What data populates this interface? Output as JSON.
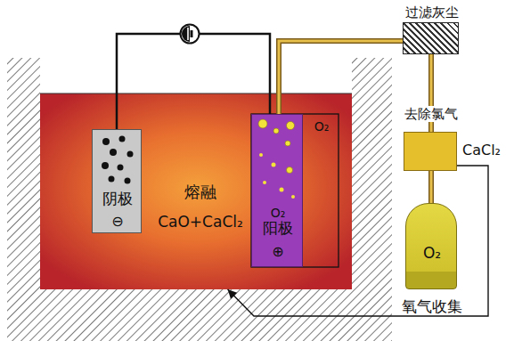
{
  "diagram": {
    "nodes": [
      {
        "text": [
          "熔融",
          "CaO+CaCl₂"
        ]
      },
      {
        "text": [
          "阴极",
          "⊖"
        ],
        "in": 0
      },
      {
        "text": [
          "O₂",
          "阳极",
          "⊕"
        ],
        "in": 0
      },
      {
        "text": [
          "过滤灰尘"
        ]
      },
      {
        "text": [
          "去除氯气"
        ]
      },
      {
        "text": [
          "O₂",
          "氧气收集"
        ]
      }
    ],
    "edges": [
      {
        "from": 1,
        "to": 2,
        "arrow": "none"
      },
      {
        "from": 2,
        "to": 3,
        "arrow": "none"
      },
      {
        "from": 3,
        "to": 4,
        "arrow": "none"
      },
      {
        "from": 4,
        "to": 5,
        "arrow": "none"
      },
      {
        "from": 4,
        "to": 0,
        "arrow": "to",
        "label": "CaCl₂"
      }
    ],
    "labels": [
      "O₂"
    ]
  }
}
